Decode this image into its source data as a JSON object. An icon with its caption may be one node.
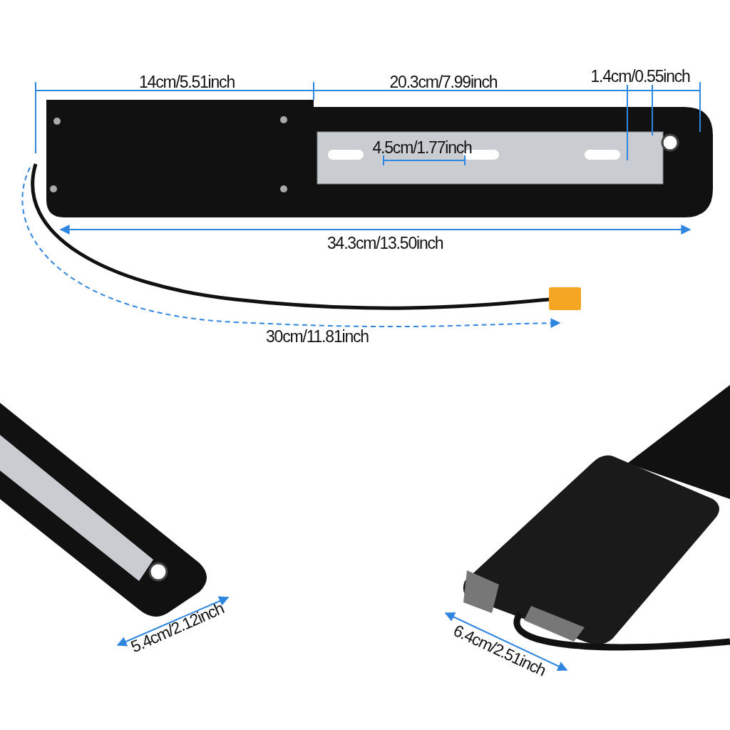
{
  "diagram": {
    "labels": [
      "14cm/5.51inch",
      "20.3cm/7.99inch",
      "1.4cm/0.55inch",
      "4.5cm/1.77inch",
      "34.3cm/13.50inch",
      "30cm/11.81inch",
      "5.4cm/2.12inch",
      "6.4cm/2.51inch"
    ]
  }
}
